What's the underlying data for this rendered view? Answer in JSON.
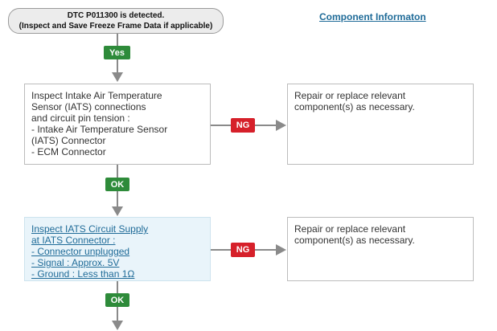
{
  "start_node": {
    "line1": "DTC P011300 is detected.",
    "line2": "(Inspect and Save Freeze Frame Data if applicable)"
  },
  "component_link": "Component Informaton",
  "badges": {
    "yes": "Yes",
    "ng1": "NG",
    "ok1": "OK",
    "ng2": "NG",
    "ok2": "OK"
  },
  "step1": {
    "lines": [
      "Inspect Intake Air Temperature",
      "Sensor (IATS) connections",
      "and circuit pin tension :",
      "- Intake Air Temperature Sensor",
      "(IATS) Connector",
      "- ECM Connector"
    ]
  },
  "repair1": {
    "lines": [
      "Repair or replace relevant",
      "component(s) as necessary."
    ]
  },
  "step2": {
    "lines": [
      "Inspect IATS Circuit Supply",
      "at IATS Connector :",
      "- Connector unplugged",
      "- Signal : Approx. 5V",
      "- Ground : Less than 1Ω"
    ]
  },
  "repair2": {
    "lines": [
      "Repair or replace relevant",
      "component(s) as necessary."
    ]
  },
  "colors": {
    "green_badge": "#2e8b3a",
    "red_badge": "#d6202a",
    "link": "#1f6b98",
    "connector": "#8a8a8a",
    "shaded_box": "#e9f4fa"
  }
}
